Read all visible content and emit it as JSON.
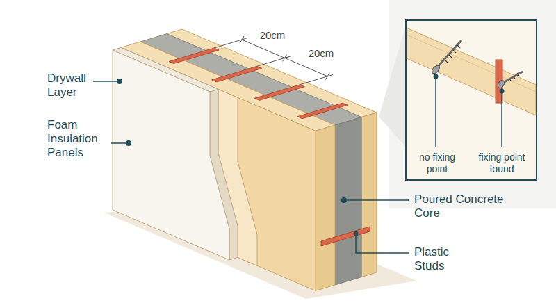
{
  "diagram": {
    "nodes": [
      {
        "text": [
          "no fixing point",
          "fixing point found"
        ]
      }
    ],
    "labels": [
      "Drywall Layer",
      "Foam Insulation Panels",
      "Poured Concrete Core",
      "Plastic Studs",
      "20cm",
      "20cm"
    ]
  }
}
